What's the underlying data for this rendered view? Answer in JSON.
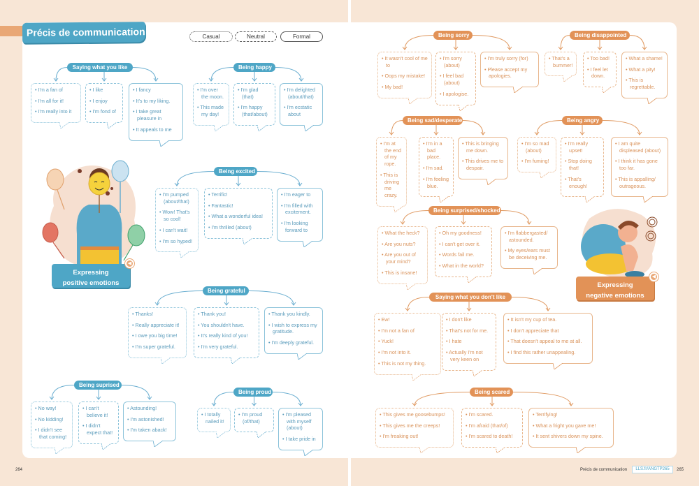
{
  "title": "Précis de communication",
  "legend": {
    "casual": "Casual",
    "neutral": "Neutral",
    "formal": "Formal"
  },
  "captions": {
    "positive": [
      "Expressing",
      "positive emotions"
    ],
    "negative": [
      "Expressing",
      "negative emotions"
    ]
  },
  "icons": {
    "speaker": "speaker-icon"
  },
  "footer": {
    "left_page_number": "264",
    "right_section": "Précis de communication",
    "right_link": "LLS.fr/ANGTP265",
    "right_page_number": "265"
  },
  "colors": {
    "positive_accent": "#4ea6c6",
    "negative_accent": "#e29257",
    "page_background": "#f8e6d6"
  },
  "groups": [
    {
      "id": "saying-what-you-like",
      "label": "Saying what you like",
      "tone": "positive",
      "bubbles": [
        {
          "register": "casual",
          "items": [
            "I'm a fan of",
            "I'm all for it!",
            "I'm really into it"
          ]
        },
        {
          "register": "neutral",
          "items": [
            "I like",
            "I enjoy",
            "I'm fond of"
          ]
        },
        {
          "register": "formal",
          "items": [
            "I fancy",
            "It's to my liking.",
            "I take great pleasure in",
            "It appeals to me"
          ]
        }
      ]
    },
    {
      "id": "being-happy",
      "label": "Being happy",
      "tone": "positive",
      "bubbles": [
        {
          "register": "casual",
          "items": [
            "I'm over the moon.",
            "This made my day!"
          ]
        },
        {
          "register": "neutral",
          "items": [
            "I'm glad (that)",
            "I'm happy (that/about)"
          ]
        },
        {
          "register": "formal",
          "items": [
            "I'm delighted (about/that)",
            "I'm ecstatic about"
          ]
        }
      ]
    },
    {
      "id": "being-excited",
      "label": "Being excited",
      "tone": "positive",
      "bubbles": [
        {
          "register": "casual",
          "items": [
            "I'm pumped (about/that)",
            "Wow! That's so cool!",
            "I can't wait!",
            "I'm so hyped!"
          ]
        },
        {
          "register": "neutral",
          "items": [
            "Terrific!",
            "Fantastic!",
            "What a wonderful idea!",
            "I'm thrilled (about)"
          ]
        },
        {
          "register": "formal",
          "items": [
            "I'm eager to",
            "I'm filled with excitement.",
            "I'm looking forward to"
          ]
        }
      ]
    },
    {
      "id": "being-grateful",
      "label": "Being grateful",
      "tone": "positive",
      "bubbles": [
        {
          "register": "casual",
          "items": [
            "Thanks!",
            "Really appreciate it!",
            "I owe you big time!",
            "I'm super grateful."
          ]
        },
        {
          "register": "neutral",
          "items": [
            "Thank you!",
            "You shouldn't have.",
            "It's really kind of you!",
            "I'm very grateful."
          ]
        },
        {
          "register": "formal",
          "items": [
            "Thank you kindly.",
            "I wish to express my gratitude.",
            "I'm deeply grateful."
          ]
        }
      ]
    },
    {
      "id": "being-suprised",
      "label": "Being suprised",
      "tone": "positive",
      "bubbles": [
        {
          "register": "casual",
          "items": [
            "No way!",
            "No kidding!",
            "I didn't see that coming!"
          ]
        },
        {
          "register": "neutral",
          "items": [
            "I can't believe it!",
            "I didn't expect that!"
          ]
        },
        {
          "register": "formal",
          "items": [
            "Astounding!",
            "I'm astonished!",
            "I'm taken aback!"
          ]
        }
      ]
    },
    {
      "id": "being-proud",
      "label": "Being proud",
      "tone": "positive",
      "bubbles": [
        {
          "register": "casual",
          "items": [
            "I totally nailed it!"
          ]
        },
        {
          "register": "neutral",
          "items": [
            "I'm proud (of/that)"
          ]
        },
        {
          "register": "formal",
          "items": [
            "I'm pleased with myself (about)",
            "I take pride in"
          ]
        }
      ]
    },
    {
      "id": "being-sorry",
      "label": "Being sorry",
      "tone": "negative",
      "bubbles": [
        {
          "register": "casual",
          "items": [
            "It wasn't cool of me to",
            "Oops my mistake!",
            "My bad!"
          ]
        },
        {
          "register": "neutral",
          "items": [
            "I'm sorry (about)",
            "I feel bad (about)",
            "I apologise."
          ]
        },
        {
          "register": "formal",
          "items": [
            "I'm truly sorry (for)",
            "Please accept my apologies."
          ]
        }
      ]
    },
    {
      "id": "being-disappointed",
      "label": "Being disappointed",
      "tone": "negative",
      "bubbles": [
        {
          "register": "casual",
          "items": [
            "That's a bummer!"
          ]
        },
        {
          "register": "neutral",
          "items": [
            "Too bad!",
            "I feel let down."
          ]
        },
        {
          "register": "formal",
          "items": [
            "What a shame!",
            "What a pity!",
            "This is regrettable."
          ]
        }
      ]
    },
    {
      "id": "being-sad-desperate",
      "label": "Being sad/desperate",
      "tone": "negative",
      "bubbles": [
        {
          "register": "casual",
          "items": [
            "I'm at the end of my rope.",
            "This is driving me crazy."
          ]
        },
        {
          "register": "neutral",
          "items": [
            "I'm in a bad place.",
            "I'm sad.",
            "I'm feeling blue."
          ]
        },
        {
          "register": "formal",
          "items": [
            "This is bringing me down.",
            "This drives me to despair."
          ]
        }
      ]
    },
    {
      "id": "being-angry",
      "label": "Being angry",
      "tone": "negative",
      "bubbles": [
        {
          "register": "casual",
          "items": [
            "I'm so mad (about)",
            "I'm fuming!"
          ]
        },
        {
          "register": "neutral",
          "items": [
            "I'm really upset!",
            "Stop doing that!",
            "That's enough!"
          ]
        },
        {
          "register": "formal",
          "items": [
            "I am quite displeased (about)",
            "I think it has gone too far.",
            "This is appalling/ outrageous."
          ]
        }
      ]
    },
    {
      "id": "being-surprised-shocked",
      "label": "Being surprised/shocked",
      "tone": "negative",
      "bubbles": [
        {
          "register": "casual",
          "items": [
            "What the heck?",
            "Are you nuts?",
            "Are you out of your mind?",
            "This is insane!"
          ]
        },
        {
          "register": "neutral",
          "items": [
            "Oh my goodness!",
            "I can't get over it.",
            "Words fail me.",
            "What in the world?"
          ]
        },
        {
          "register": "formal",
          "items": [
            "I'm flabbergasted/ astounded.",
            "My eyes/ears must be deceiving me."
          ]
        }
      ]
    },
    {
      "id": "saying-what-you-dont-like",
      "label": "Saying what you don't like",
      "tone": "negative",
      "bubbles": [
        {
          "register": "casual",
          "items": [
            "Ew!",
            "I'm not a fan of",
            "Yuck!",
            "I'm not into it.",
            "This is not my thing."
          ]
        },
        {
          "register": "neutral",
          "items": [
            "I don't like",
            "That's not for me.",
            "I hate",
            "Actually I'm not very keen on"
          ]
        },
        {
          "register": "formal",
          "items": [
            "It isn't my cup of tea.",
            "I don't appreciate that",
            "That doesn't appeal to me at all.",
            "I find this rather unappealing."
          ]
        }
      ]
    },
    {
      "id": "being-scared",
      "label": "Being scared",
      "tone": "negative",
      "bubbles": [
        {
          "register": "casual",
          "items": [
            "This gives me goosebumps!",
            "This gives me the creeps!",
            "I'm freaking out!"
          ]
        },
        {
          "register": "neutral",
          "items": [
            "I'm scared.",
            "I'm afraid (that/of)",
            "I'm scared to death!"
          ]
        },
        {
          "register": "formal",
          "items": [
            "Terrifying!",
            "What a fright you gave me!",
            "It sent shivers down my spine."
          ]
        }
      ]
    }
  ]
}
